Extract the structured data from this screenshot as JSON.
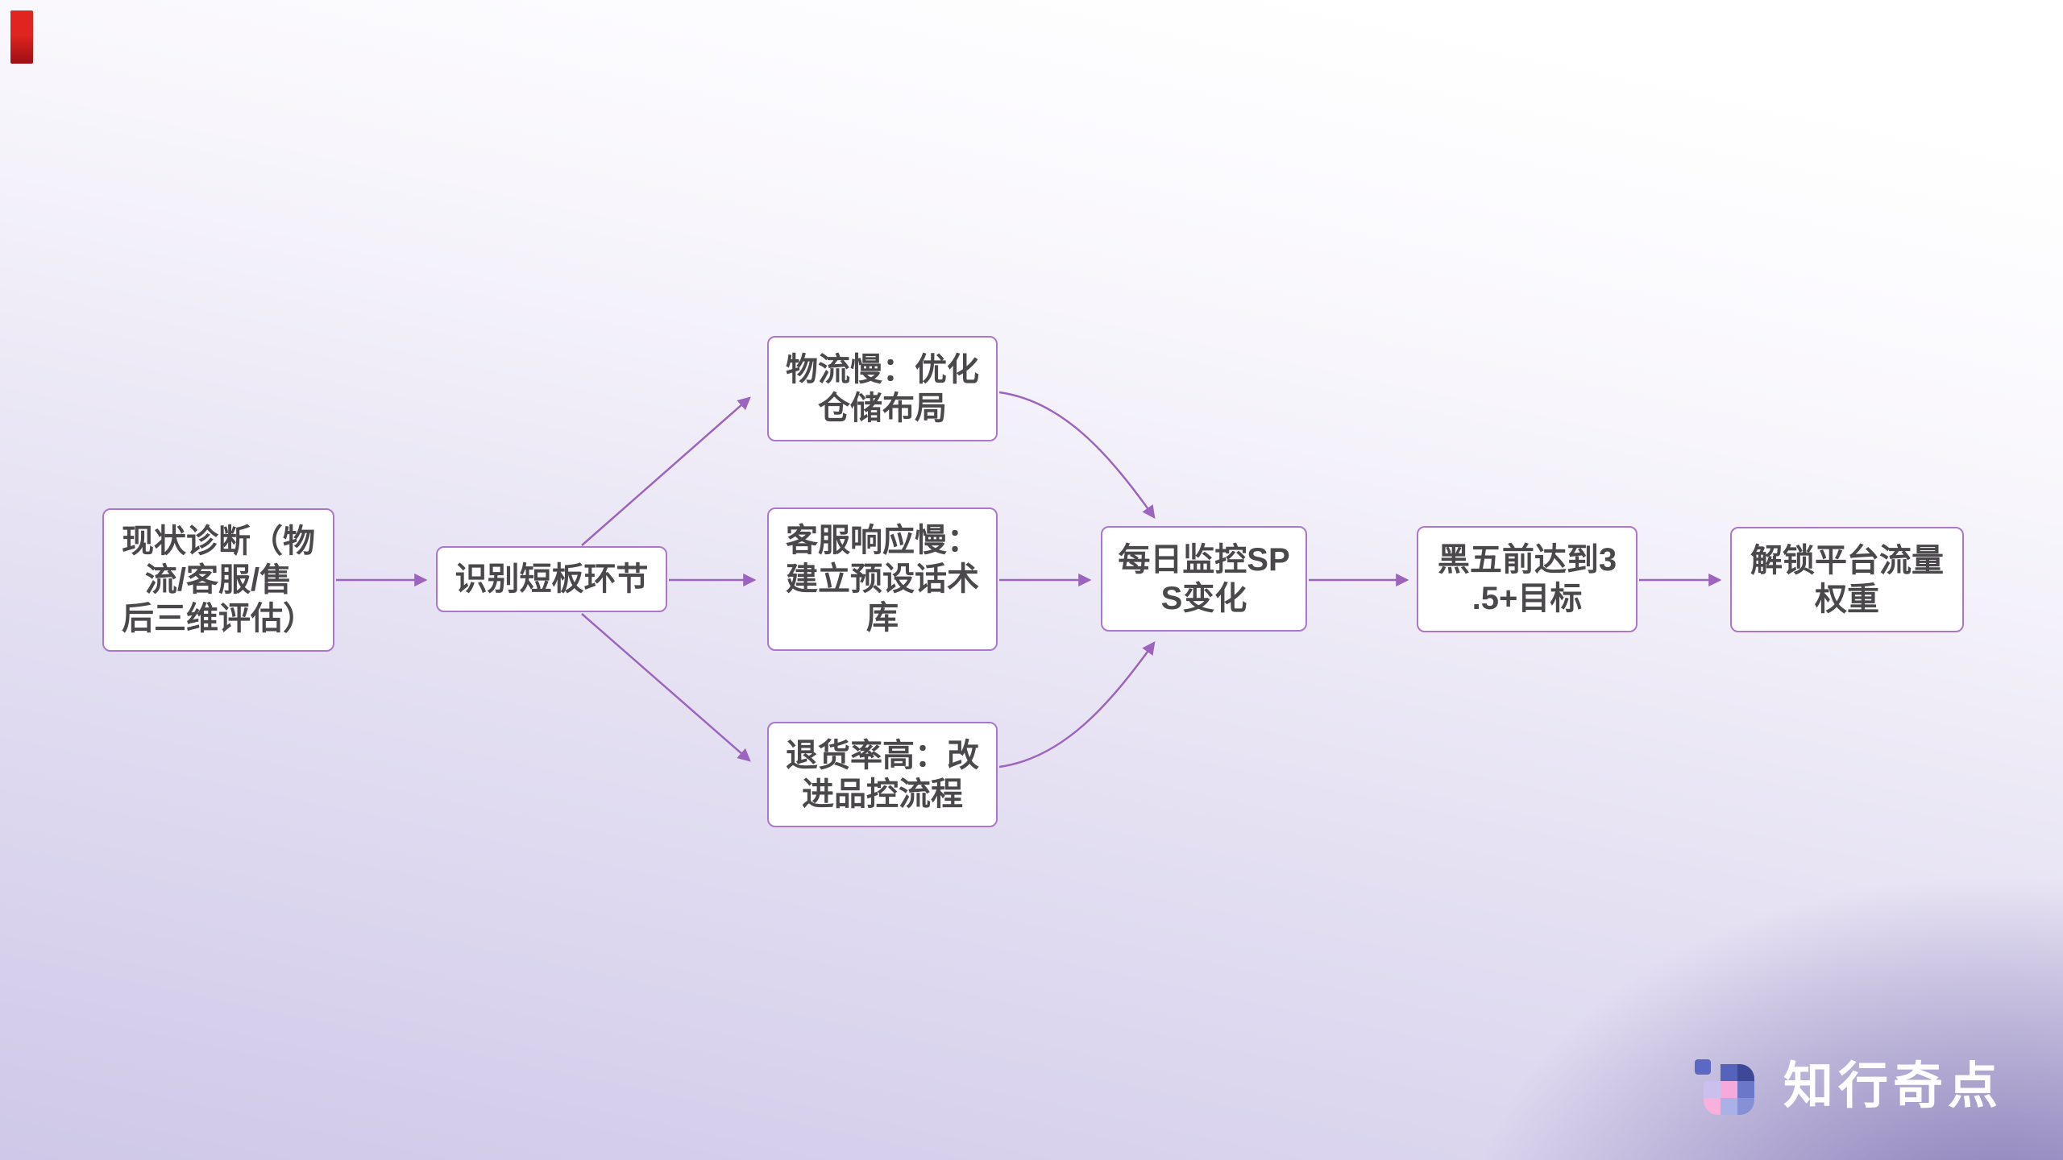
{
  "page": {
    "background_top_color": "#ffffff",
    "background_bottom_color": "#cfc8e8",
    "corner_glow_color": "#766aac",
    "corner_marker_color": "#c41a1a"
  },
  "flowchart": {
    "node_border_color": "#aa77cc",
    "node_fill_color": "#ffffff",
    "node_text_color": "#4b484c",
    "connector_color": "#9c64be",
    "nodes": [
      {
        "id": "diagnosis",
        "label": "现状诊断（物\n流/客服/售\n后三维评估）"
      },
      {
        "id": "identify",
        "label": "识别短板环节"
      },
      {
        "id": "logistics",
        "label": "物流慢：优化\n仓储布局"
      },
      {
        "id": "service",
        "label": "客服响应慢：\n建立预设话术\n库"
      },
      {
        "id": "returns",
        "label": "退货率高：改\n进品控流程"
      },
      {
        "id": "monitor",
        "label": "每日监控SP\nS变化"
      },
      {
        "id": "target",
        "label": "黑五前达到3\n.5+目标"
      },
      {
        "id": "unlock",
        "label": "解锁平台流量\n权重"
      }
    ],
    "edges": [
      {
        "from": "diagnosis",
        "to": "identify"
      },
      {
        "from": "identify",
        "to": "logistics"
      },
      {
        "from": "identify",
        "to": "service"
      },
      {
        "from": "identify",
        "to": "returns"
      },
      {
        "from": "logistics",
        "to": "monitor"
      },
      {
        "from": "service",
        "to": "monitor"
      },
      {
        "from": "returns",
        "to": "monitor"
      },
      {
        "from": "monitor",
        "to": "target"
      },
      {
        "from": "target",
        "to": "unlock"
      }
    ]
  },
  "branding": {
    "name": "知行奇点",
    "icon_colors": [
      "#5b69c5",
      "#5563bb",
      "#3d4997",
      "#cabfed",
      "#f6a9db",
      "#6b77c9",
      "#f8b1dd",
      "#aab1e7",
      "#8690d6"
    ]
  }
}
